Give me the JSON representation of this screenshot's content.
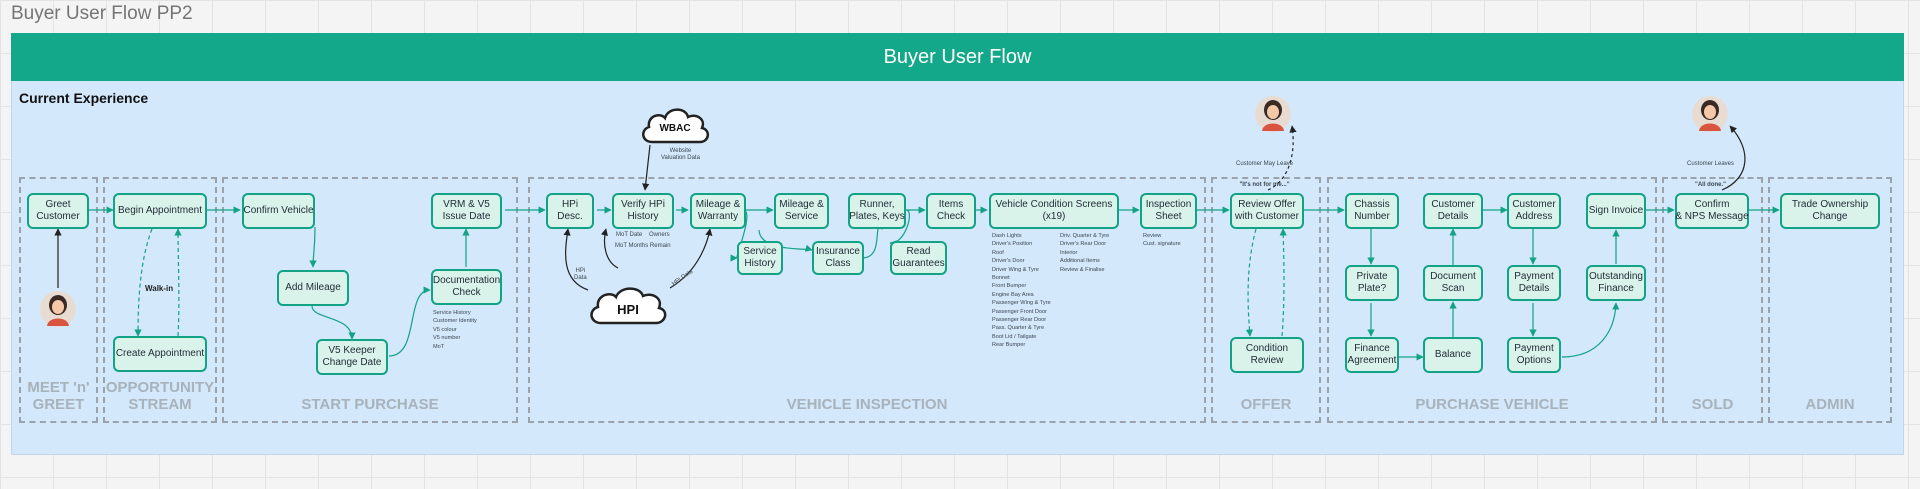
{
  "board_title": "Buyer User Flow PP2",
  "banner_title": "Buyer User Flow",
  "subtitle": "Current Experience",
  "lanes": [
    {
      "label": "MEET 'n'\nGREET"
    },
    {
      "label": "OPPORTUNITY\nSTREAM"
    },
    {
      "label": "START PURCHASE"
    },
    {
      "label": "VEHICLE INSPECTION"
    },
    {
      "label": "OFFER"
    },
    {
      "label": "PURCHASE VEHICLE"
    },
    {
      "label": "SOLD"
    },
    {
      "label": "ADMIN"
    }
  ],
  "nodes": {
    "greet_customer": "Greet\nCustomer",
    "begin_appointment": "Begin Appointment",
    "create_appointment": "Create Appointment",
    "confirm_vehicle": "Confirm Vehicle",
    "add_mileage": "Add Mileage",
    "v5_keeper": "V5 Keeper\nChange Date",
    "documentation_check": "Documentation\nCheck",
    "vrm_v5": "VRM & V5\nIssue Date",
    "hpi_desc": "HPi\nDesc.",
    "verify_hpi": "Verify HPi\nHistory",
    "mileage_warranty": "Mileage &\nWarranty",
    "service_history": "Service\nHistory",
    "mileage_service": "Mileage &\nService",
    "insurance_class": "Insurance\nClass",
    "runner_plates": "Runner,\nPlates, Keys",
    "read_guarantees": "Read\nGuarantees",
    "items_check": "Items\nCheck",
    "vehicle_condition": "Vehicle Condition Screens\n(x19)",
    "inspection_sheet": "Inspection\nSheet",
    "review_offer": "Review Offer\nwith Customer",
    "condition_review": "Condition\nReview",
    "chassis_number": "Chassis\nNumber",
    "private_plate": "Private\nPlate?",
    "finance_agreement": "Finance\nAgreement",
    "balance": "Balance",
    "document_scan": "Document\nScan",
    "customer_details": "Customer\nDetails",
    "customer_address": "Customer\nAddress",
    "payment_details": "Payment\nDetails",
    "payment_options": "Payment\nOptions",
    "sign_invoice": "Sign Invoice",
    "outstanding_finance": "Outstanding\nFinance",
    "confirm_nps": "Confirm\n& NPS Message",
    "trade_ownership": "Trade Ownership\nChange"
  },
  "labels": {
    "walk_in": "Walk-in",
    "wbac": "WBAC",
    "hpi": "HPI",
    "website_valuation": "Website\nValuation Data",
    "mot_date": "MoT Date",
    "owners": "Owners",
    "mot_months": "MoT Months Remain",
    "hpi_data_left": "HPi\nData",
    "hpi_data_right": "HPi Data",
    "customer_may_leave": "Customer May Leave",
    "not_for_me": "\"It's not for me...\"",
    "customer_leaves": "Customer Leaves",
    "all_done": "\"All done.\""
  },
  "notes": {
    "documentation": "Service History\nCustomer Identity\nV5 colour\nV5 number\nMoT",
    "condition_col1": "Dash Lights\nDriver's Position\nRoof\nDriver's Door\nDriver Wing & Tyre\nBonnet\nFront Bumper\nEngine Bay Area\nPassenger Wing & Tyre\nPassenger Front Door\nPassenger Rear Door\nPass. Quarter & Tyre\nBoot Lid / Tailgate\nRear Bumper",
    "condition_col2": "Driv. Quarter & Tyre\nDriver's Rear Door\nInterior\nAdditional Items\nReview & Finalise",
    "inspection": "Review\nCust. signature"
  },
  "colors": {
    "banner": "#12a889",
    "frame": "#d3e8fb",
    "node_border": "#12a386",
    "node_fill": "#d9f2ea",
    "lane_border": "#9aa3ab"
  }
}
